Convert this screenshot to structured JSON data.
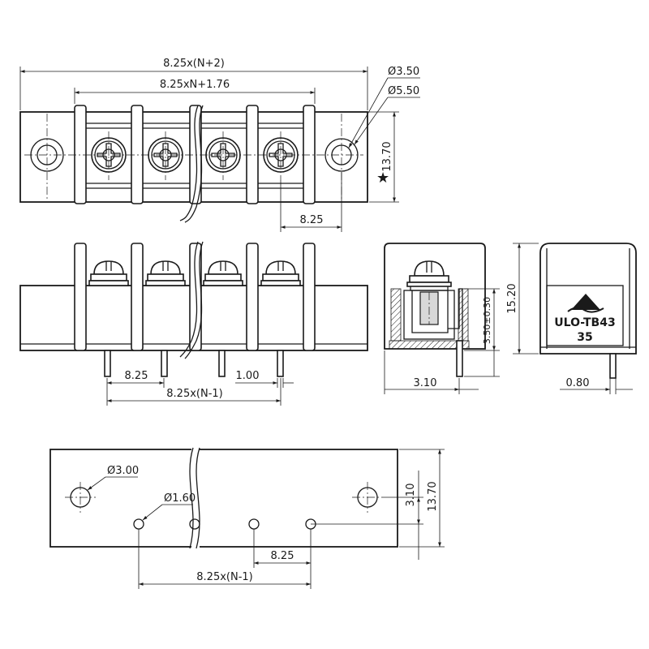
{
  "dimensions": {
    "total_length": "8.25x(N+2)",
    "body_length": "8.25xN+1.76",
    "hole_diameter": "Ø3.50",
    "washer_diameter": "Ø5.50",
    "body_width": "13.70",
    "pitch_top": "8.25",
    "pitch_front": "8.25",
    "pin_width": "1.00",
    "pin_span_front": "8.25x(N-1)",
    "pin_height": "3.50±0.30",
    "pin_offset": "3.10",
    "pin_thickness": "0.80",
    "body_height": "15.20",
    "pcb_mount_hole": "Ø3.00",
    "pcb_pin_hole": "Ø1.60",
    "pcb_row_offset": "3.10",
    "pcb_width": "13.70",
    "pcb_pitch": "8.25",
    "pcb_span": "8.25x(N-1)"
  },
  "label": {
    "brand": "ULO-TB43",
    "code": "35"
  },
  "markers": {
    "star": "★"
  },
  "icons": {
    "logo": "triangle-wave-logo-icon"
  }
}
